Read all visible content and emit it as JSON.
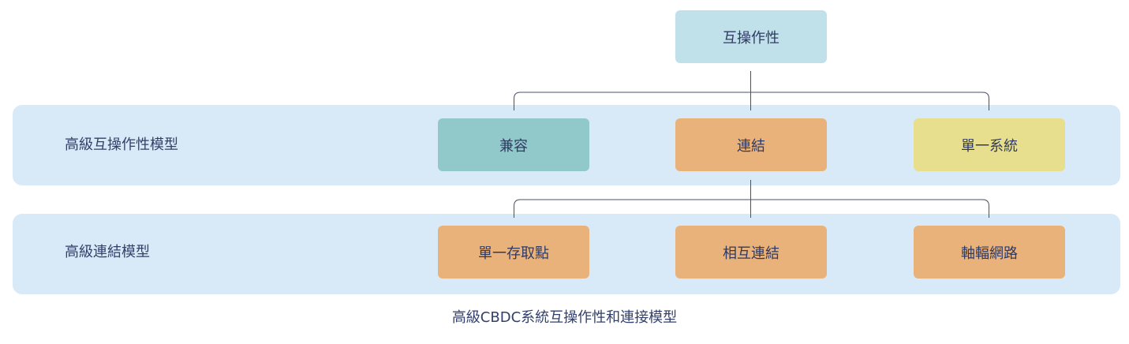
{
  "top": {
    "label": "互操作性",
    "color": "#c1e1ea"
  },
  "bands": [
    {
      "label": "高級互操作性模型",
      "nodes": [
        {
          "label": "兼容",
          "color": "#91c8c9"
        },
        {
          "label": "連結",
          "color": "#e9b27a"
        },
        {
          "label": "單一系統",
          "color": "#e7df8d"
        }
      ]
    },
    {
      "label": "高級連結模型",
      "nodes": [
        {
          "label": "單一存取點",
          "color": "#e9b27a"
        },
        {
          "label": "相互連結",
          "color": "#e9b27a"
        },
        {
          "label": "軸輻網路",
          "color": "#e9b27a"
        }
      ]
    }
  ],
  "caption": "高級CBDC系統互操作性和連接模型",
  "colors": {
    "band_background": "#d8eaf8",
    "connector": "#4a5068",
    "text": "#2f3a63"
  }
}
